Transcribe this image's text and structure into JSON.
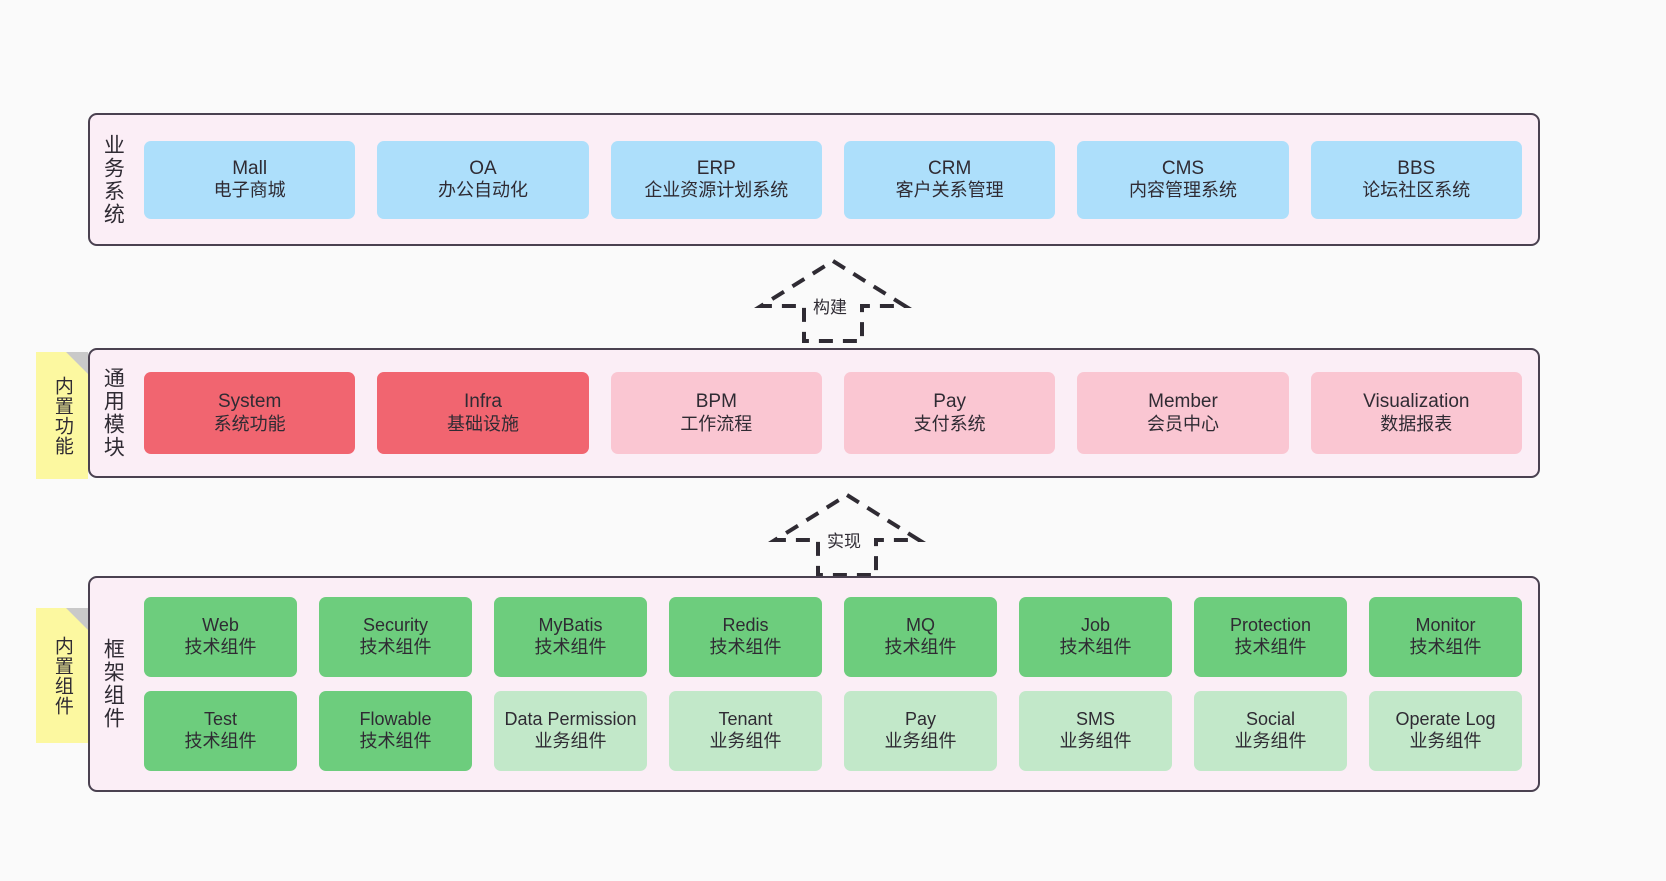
{
  "layers": [
    {
      "id": "business",
      "title": "业务系统",
      "rows": [
        {
          "cards": [
            {
              "name": "Mall",
              "desc": "电子商城",
              "style": "blue"
            },
            {
              "name": "OA",
              "desc": "办公自动化",
              "style": "blue"
            },
            {
              "name": "ERP",
              "desc": "企业资源计划系统",
              "style": "blue"
            },
            {
              "name": "CRM",
              "desc": "客户关系管理",
              "style": "blue"
            },
            {
              "name": "CMS",
              "desc": "内容管理系统",
              "style": "blue"
            },
            {
              "name": "BBS",
              "desc": "论坛社区系统",
              "style": "blue"
            }
          ]
        }
      ]
    },
    {
      "id": "modules",
      "title": "通用模块",
      "rows": [
        {
          "cards": [
            {
              "name": "System",
              "desc": "系统功能",
              "style": "red"
            },
            {
              "name": "Infra",
              "desc": "基础设施",
              "style": "red"
            },
            {
              "name": "BPM",
              "desc": "工作流程",
              "style": "pink"
            },
            {
              "name": "Pay",
              "desc": "支付系统",
              "style": "pink"
            },
            {
              "name": "Member",
              "desc": "会员中心",
              "style": "pink"
            },
            {
              "name": "Visualization",
              "desc": "数据报表",
              "style": "pink"
            }
          ]
        }
      ]
    },
    {
      "id": "framework",
      "title": "框架组件",
      "rows": [
        {
          "cards": [
            {
              "name": "Web",
              "desc": "技术组件",
              "style": "green"
            },
            {
              "name": "Security",
              "desc": "技术组件",
              "style": "green"
            },
            {
              "name": "MyBatis",
              "desc": "技术组件",
              "style": "green"
            },
            {
              "name": "Redis",
              "desc": "技术组件",
              "style": "green"
            },
            {
              "name": "MQ",
              "desc": "技术组件",
              "style": "green"
            },
            {
              "name": "Job",
              "desc": "技术组件",
              "style": "green"
            },
            {
              "name": "Protection",
              "desc": "技术组件",
              "style": "green"
            },
            {
              "name": "Monitor",
              "desc": "技术组件",
              "style": "green"
            }
          ]
        },
        {
          "cards": [
            {
              "name": "Test",
              "desc": "技术组件",
              "style": "green"
            },
            {
              "name": "Flowable",
              "desc": "技术组件",
              "style": "green"
            },
            {
              "name": "Data Permission",
              "desc": "业务组件",
              "style": "lgreen"
            },
            {
              "name": "Tenant",
              "desc": "业务组件",
              "style": "lgreen"
            },
            {
              "name": "Pay",
              "desc": "业务组件",
              "style": "lgreen"
            },
            {
              "name": "SMS",
              "desc": "业务组件",
              "style": "lgreen"
            },
            {
              "name": "Social",
              "desc": "业务组件",
              "style": "lgreen"
            },
            {
              "name": "Operate Log",
              "desc": "业务组件",
              "style": "lgreen"
            }
          ]
        }
      ]
    }
  ],
  "sticky_notes": [
    {
      "id": "functions",
      "label": "内置功能"
    },
    {
      "id": "components",
      "label": "内置组件"
    }
  ],
  "arrows": [
    {
      "id": "build",
      "label": "构建"
    },
    {
      "id": "impl",
      "label": "实现"
    }
  ],
  "colors": {
    "background": "#fafafa",
    "layer_fill": "#fbeef6",
    "layer_border": "#4a4150",
    "blue": "#addffb",
    "red": "#f16570",
    "pink": "#fac6d2",
    "green": "#6dcd7d",
    "light_green": "#c2e8c9",
    "sticky_yellow": "#fcf8a0",
    "sticky_fold": "#c9c9c9",
    "text": "#2f2b33"
  }
}
